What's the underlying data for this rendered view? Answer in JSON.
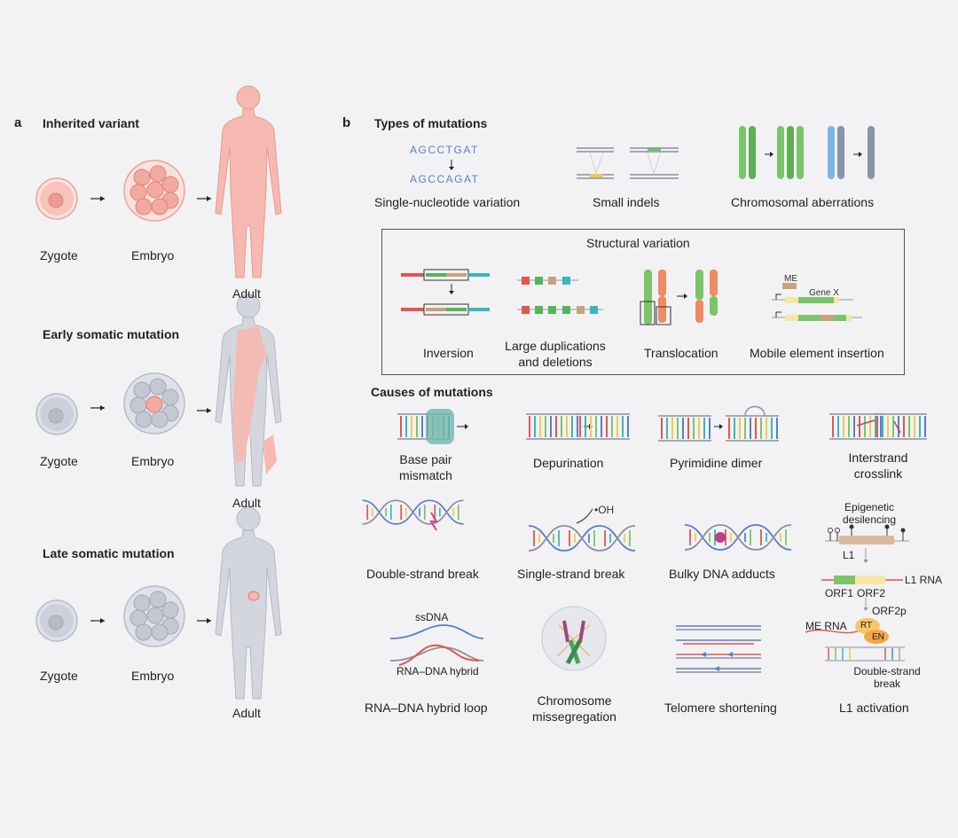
{
  "panel_a": {
    "letter": "a",
    "sections": [
      {
        "title": "Inherited variant",
        "zygote": "Zygote",
        "embryo": "Embryo",
        "adult": "Adult"
      },
      {
        "title": "Early somatic mutation",
        "zygote": "Zygote",
        "embryo": "Embryo",
        "adult": "Adult"
      },
      {
        "title": "Late somatic mutation",
        "zygote": "Zygote",
        "embryo": "Embryo",
        "adult": "Adult"
      }
    ]
  },
  "panel_b": {
    "letter": "b",
    "types_title": "Types of mutations",
    "snv": {
      "seq_top": "AGCCTGAT",
      "seq_bottom": "AGCCAGAT",
      "label": "Single-nucleotide variation"
    },
    "indels": {
      "label": "Small indels"
    },
    "chrom": {
      "label": "Chromosomal aberrations"
    },
    "sv": {
      "title": "Structural variation",
      "inversion": "Inversion",
      "dup_del_1": "Large duplications",
      "dup_del_2": "and deletions",
      "translocation": "Translocation",
      "mei": "Mobile element insertion",
      "me_tag": "ME",
      "gene_tag": "Gene X"
    },
    "causes_title": "Causes of mutations",
    "causes": {
      "mismatch_1": "Base pair",
      "mismatch_2": "mismatch",
      "depurination": "Depurination",
      "pyrimidine": "Pyrimidine dimer",
      "crosslink_1": "Interstrand",
      "crosslink_2": "crosslink",
      "dsb": "Double-strand break",
      "ssb": "Single-strand break",
      "oh": "•OH",
      "adducts": "Bulky DNA adducts",
      "epi_1": "Epigenetic",
      "epi_2": "desilencing",
      "l1": "L1",
      "orf1": "ORF1",
      "orf2": "ORF2",
      "l1rna": "L1 RNA",
      "orf2p": "ORF2p",
      "me_rna": "ME RNA",
      "rt": "RT",
      "en": "EN",
      "dsb2_1": "Double-strand",
      "dsb2_2": "break",
      "ssdna": "ssDNA",
      "hybrid": "RNA–DNA hybrid",
      "hybrid_loop": "RNA–DNA hybrid loop",
      "missegregation_1": "Chromosome",
      "missegregation_2": "missegregation",
      "telomere": "Telomere shortening",
      "l1_activation": "L1 activation"
    }
  },
  "colors": {
    "pink_fill": "#f6b9b1",
    "grey_fill": "#c9ccd6",
    "green": "#7cc46a",
    "blue": "#7fb4e3",
    "orange": "#ef8a63",
    "red": "#e0574f",
    "teal": "#3ab6c0"
  }
}
